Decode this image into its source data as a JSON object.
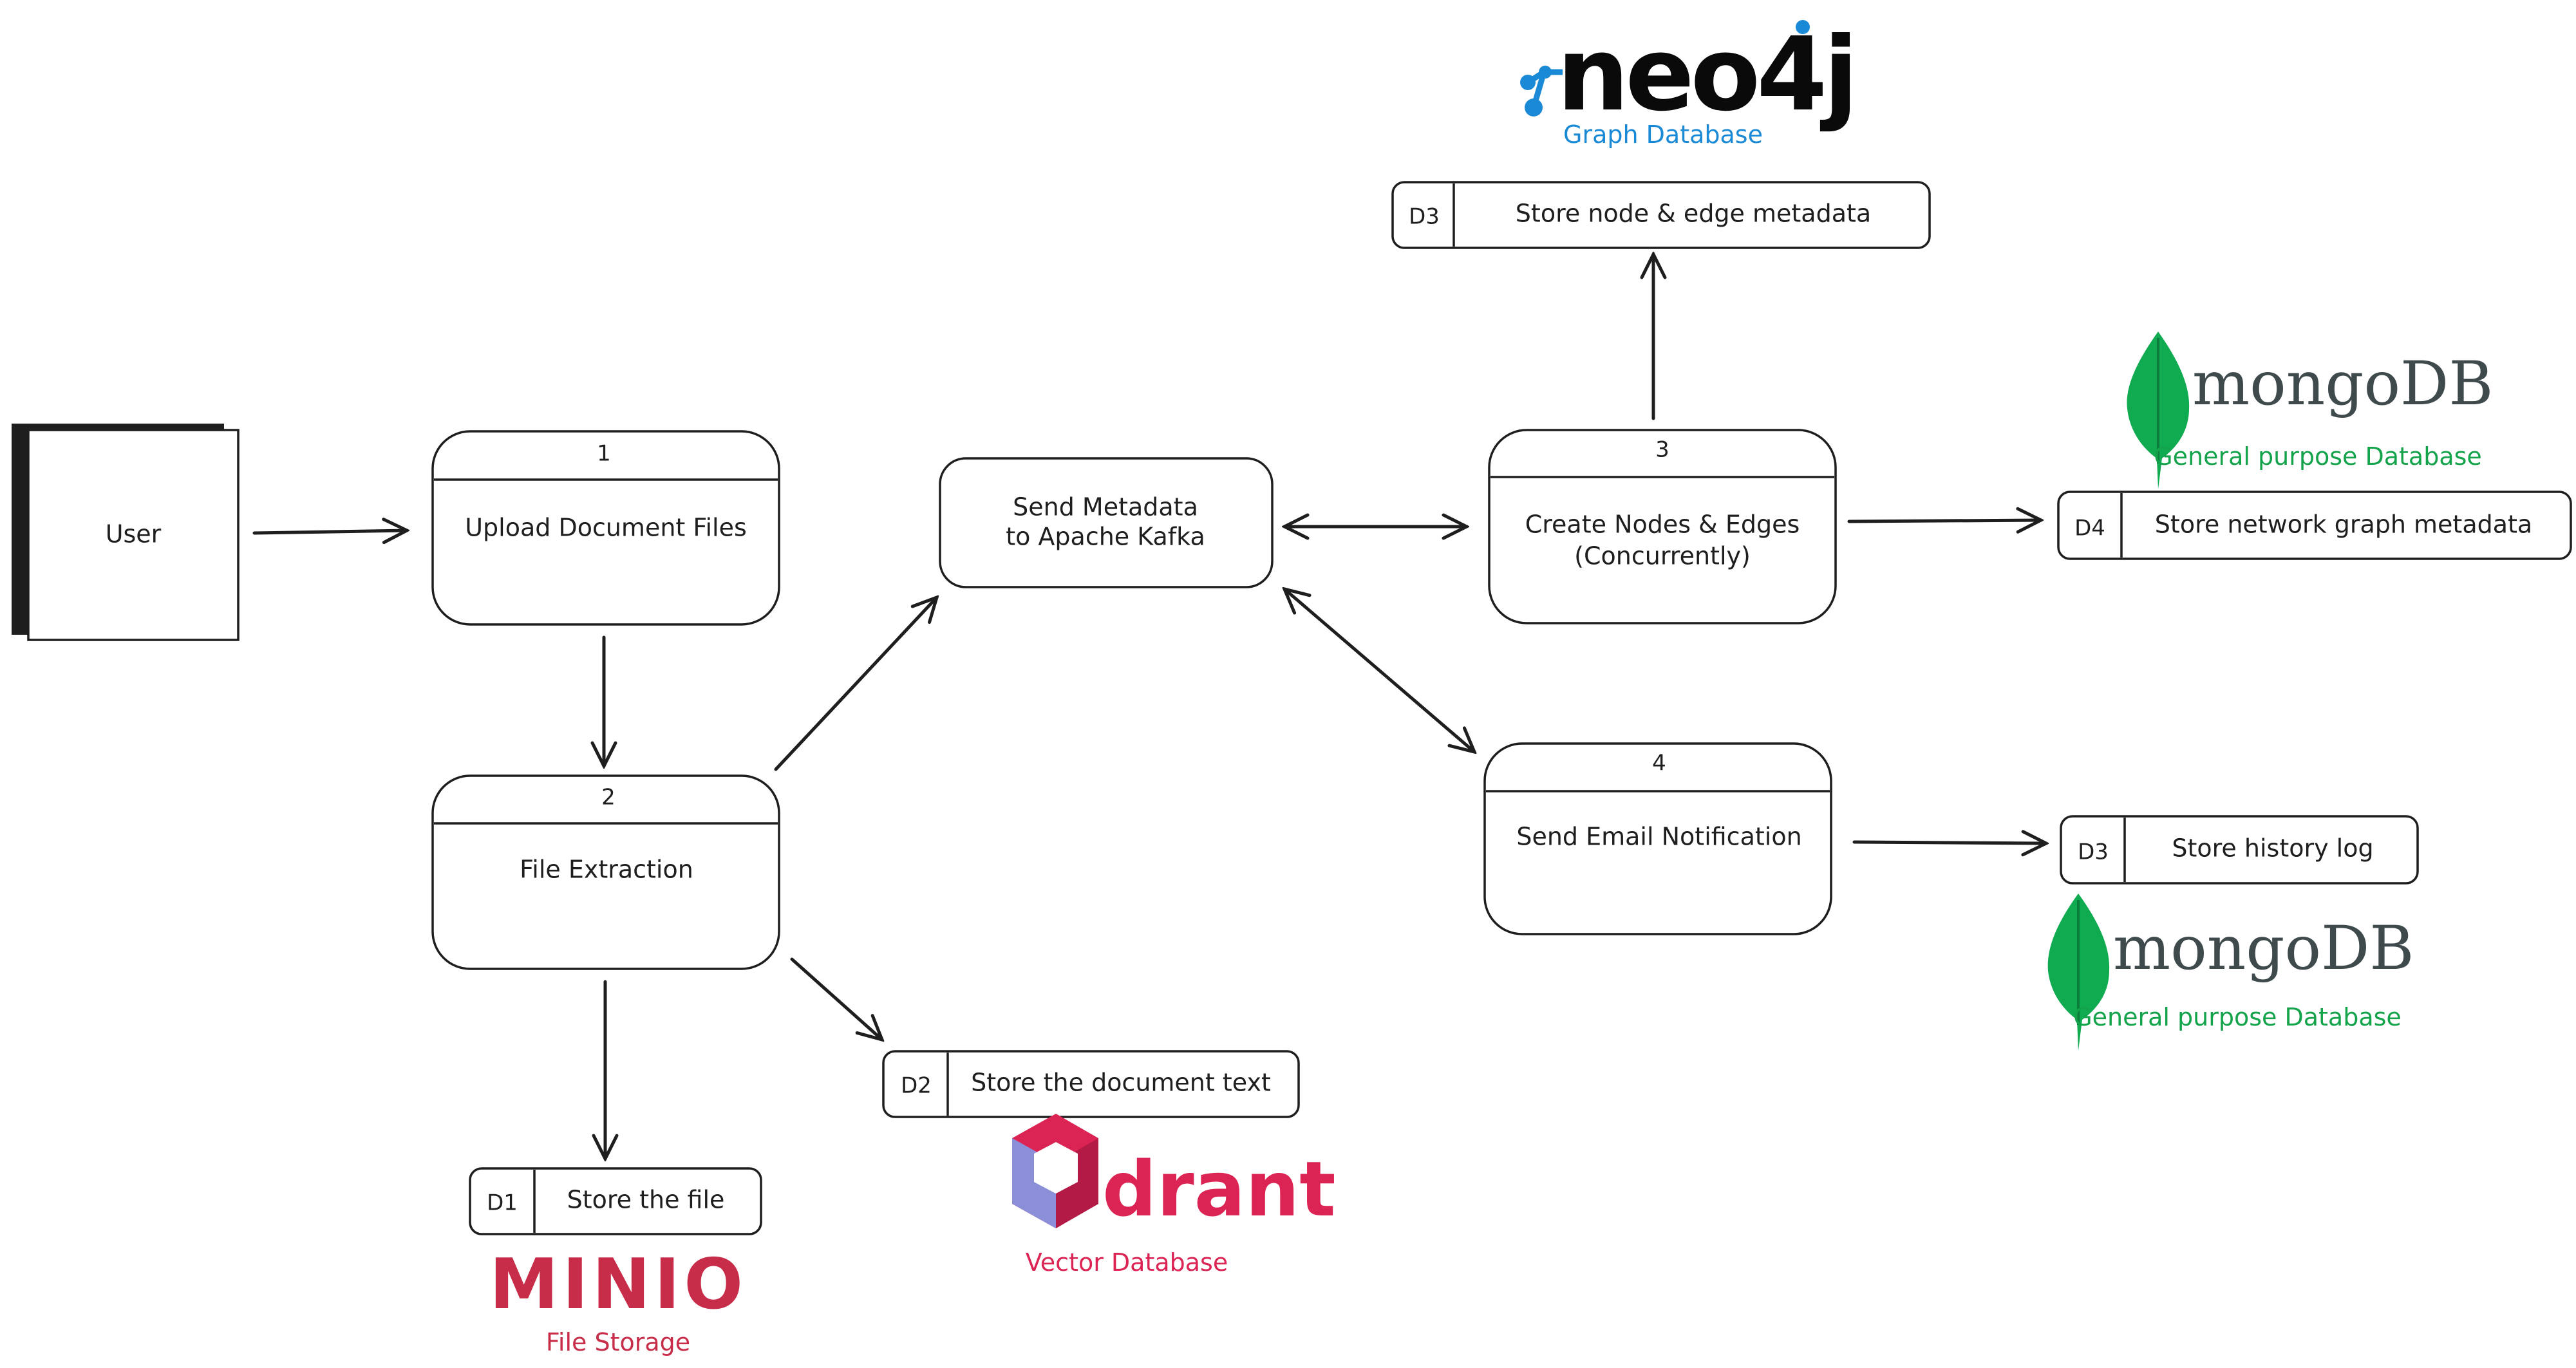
{
  "entity": {
    "label": "User"
  },
  "processes": [
    {
      "number": "1",
      "label": "Upload Document Files"
    },
    {
      "number": "2",
      "label": "File Extraction"
    },
    {
      "number": "",
      "label_line1": "Send Metadata",
      "label_line2": "to Apache Kafka"
    },
    {
      "number": "3",
      "label_line1": "Create Nodes & Edges",
      "label_line2": "(Concurrently)"
    },
    {
      "number": "4",
      "label": "Send Email Notification"
    }
  ],
  "stores": {
    "d1": {
      "id": "D1",
      "label": "Store the file"
    },
    "d2": {
      "id": "D2",
      "label": "Store the document text"
    },
    "d3_graph": {
      "id": "D3",
      "label": "Store node & edge metadata"
    },
    "d4": {
      "id": "D4",
      "label": "Store network graph metadata"
    },
    "d3_history": {
      "id": "D3",
      "label": "Store history log"
    }
  },
  "logos": {
    "neo4j": {
      "name": "neo4j",
      "caption": "Graph Database",
      "color": "#1a8ad6"
    },
    "mongodb_top": {
      "name": "mongoDB",
      "caption": "General purpose Database",
      "color": "#13a34a"
    },
    "mongodb_bottom": {
      "name": "mongoDB",
      "caption": "General purpose Database",
      "color": "#13a34a"
    },
    "qdrant": {
      "name": "drant",
      "caption": "Vector Database",
      "color": "#dc2454"
    },
    "minio": {
      "name": "MINIO",
      "caption": "File Storage",
      "color": "#c72c48"
    }
  },
  "colors": {
    "ink": "#1e1e1e",
    "mongo_wordmark": "#3f4a4d",
    "mongo_leaf": "#10aa50",
    "neo4j_node": "#1a8ad6",
    "qdrant_cube": "#dc2454",
    "qdrant_cube_side": "#8b8fd8"
  },
  "icons": {
    "neo4j": "neo4j-logo-icon",
    "mongodb": "mongodb-leaf-icon",
    "qdrant": "qdrant-cube-icon",
    "minio": "minio-logo-icon"
  }
}
